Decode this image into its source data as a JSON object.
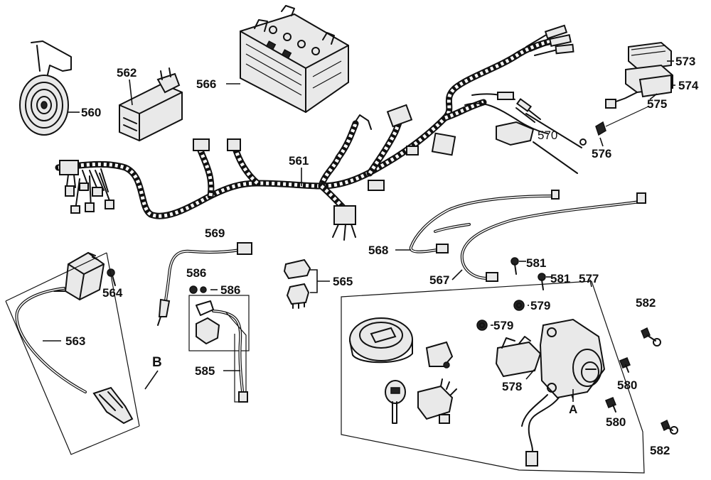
{
  "diagram": {
    "labels": {
      "p560": "560",
      "p561": "561",
      "p562": "562",
      "p563": "563",
      "p564": "564",
      "p565": "565",
      "p566": "566",
      "p567": "567",
      "p568": "568",
      "p569": "569",
      "p570": "570",
      "p573": "573",
      "p574": "574",
      "p575": "575",
      "p576": "576",
      "p577": "577",
      "p578": "578",
      "p579a": "579",
      "p579b": "579",
      "p580a": "580",
      "p580b": "580",
      "p581a": "581",
      "p581b": "581",
      "p582a": "582",
      "p582b": "582",
      "p585": "585",
      "p586a": "586",
      "p586b": "586",
      "refA": "A",
      "refB": "B"
    }
  }
}
